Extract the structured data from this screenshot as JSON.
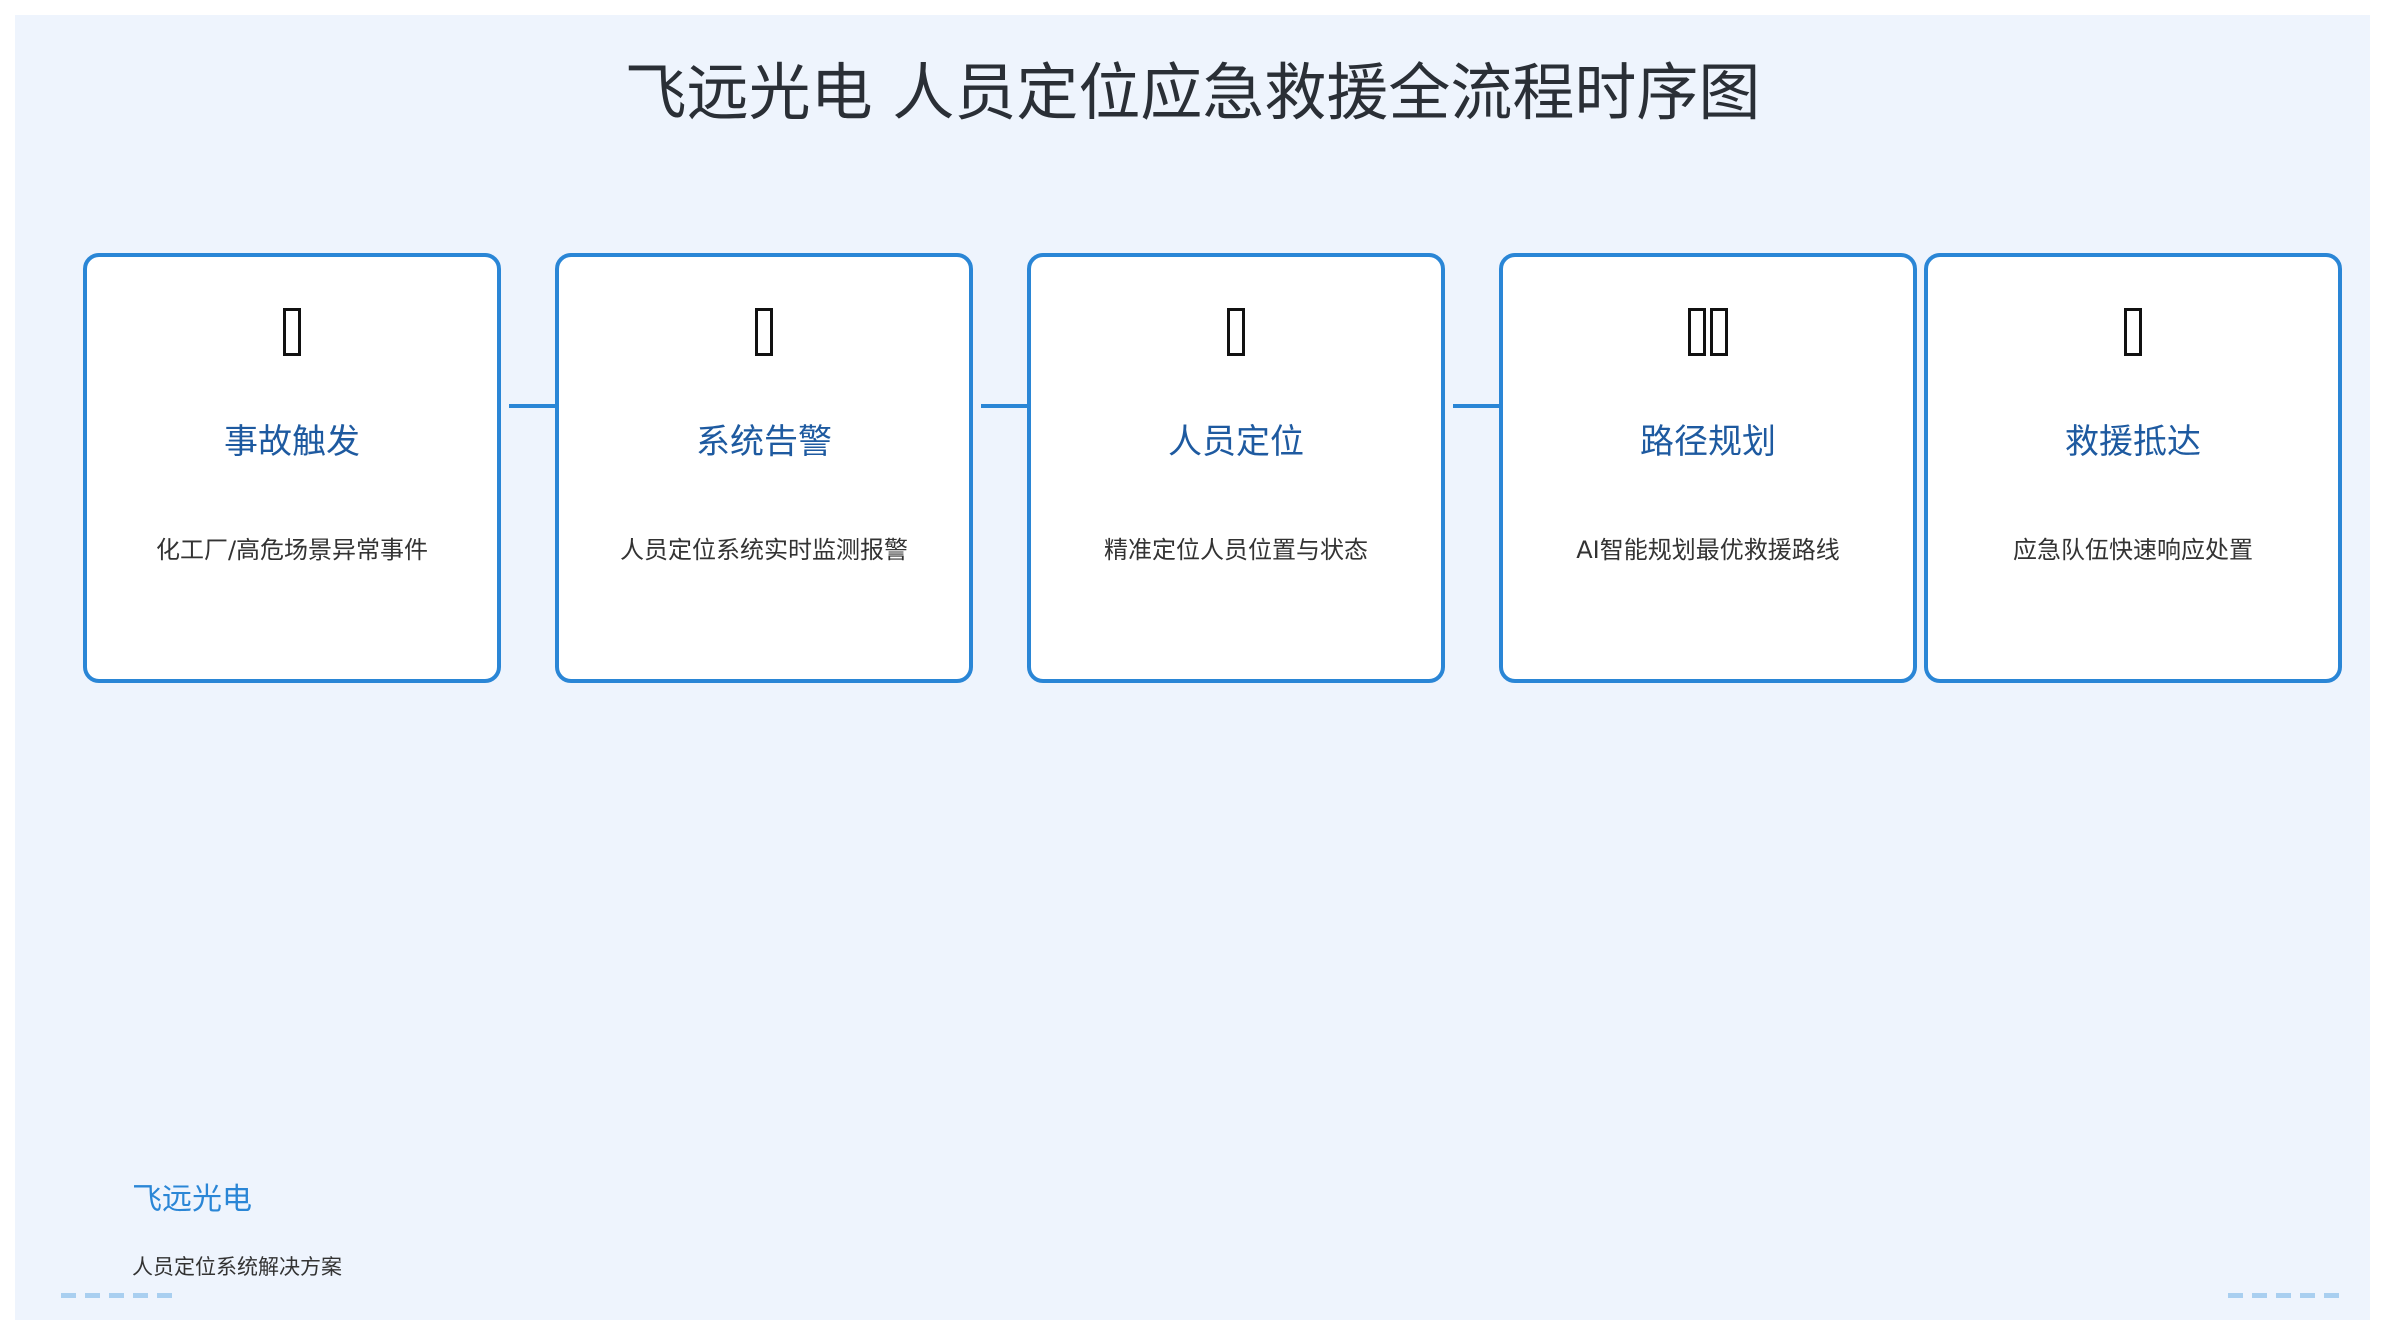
{
  "title": "飞远光电 人员定位应急救援全流程时序图",
  "steps": [
    {
      "icon": "tofu-glyph-icon",
      "icon_boxes": 1,
      "title": "事故触发",
      "desc": "化工厂/高危场景异常事件"
    },
    {
      "icon": "tofu-glyph-icon",
      "icon_boxes": 1,
      "title": "系统告警",
      "desc": "人员定位系统实时监测报警"
    },
    {
      "icon": "tofu-glyph-icon",
      "icon_boxes": 1,
      "title": "人员定位",
      "desc": "精准定位人员位置与状态"
    },
    {
      "icon": "tofu-glyph-icon",
      "icon_boxes": 2,
      "title": "路径规划",
      "desc": "AI智能规划最优救援路线"
    },
    {
      "icon": "tofu-glyph-icon",
      "icon_boxes": 1,
      "title": "救援抵达",
      "desc": "应急队伍快速响应处置"
    }
  ],
  "footer": {
    "brand": "飞远光电",
    "subtitle": "人员定位系统解决方案"
  },
  "colors": {
    "background": "#eef4fd",
    "accent": "#2a86d6",
    "step_title": "#1e5aa0",
    "text": "#333333",
    "decor_dash": "#a9cff0"
  }
}
